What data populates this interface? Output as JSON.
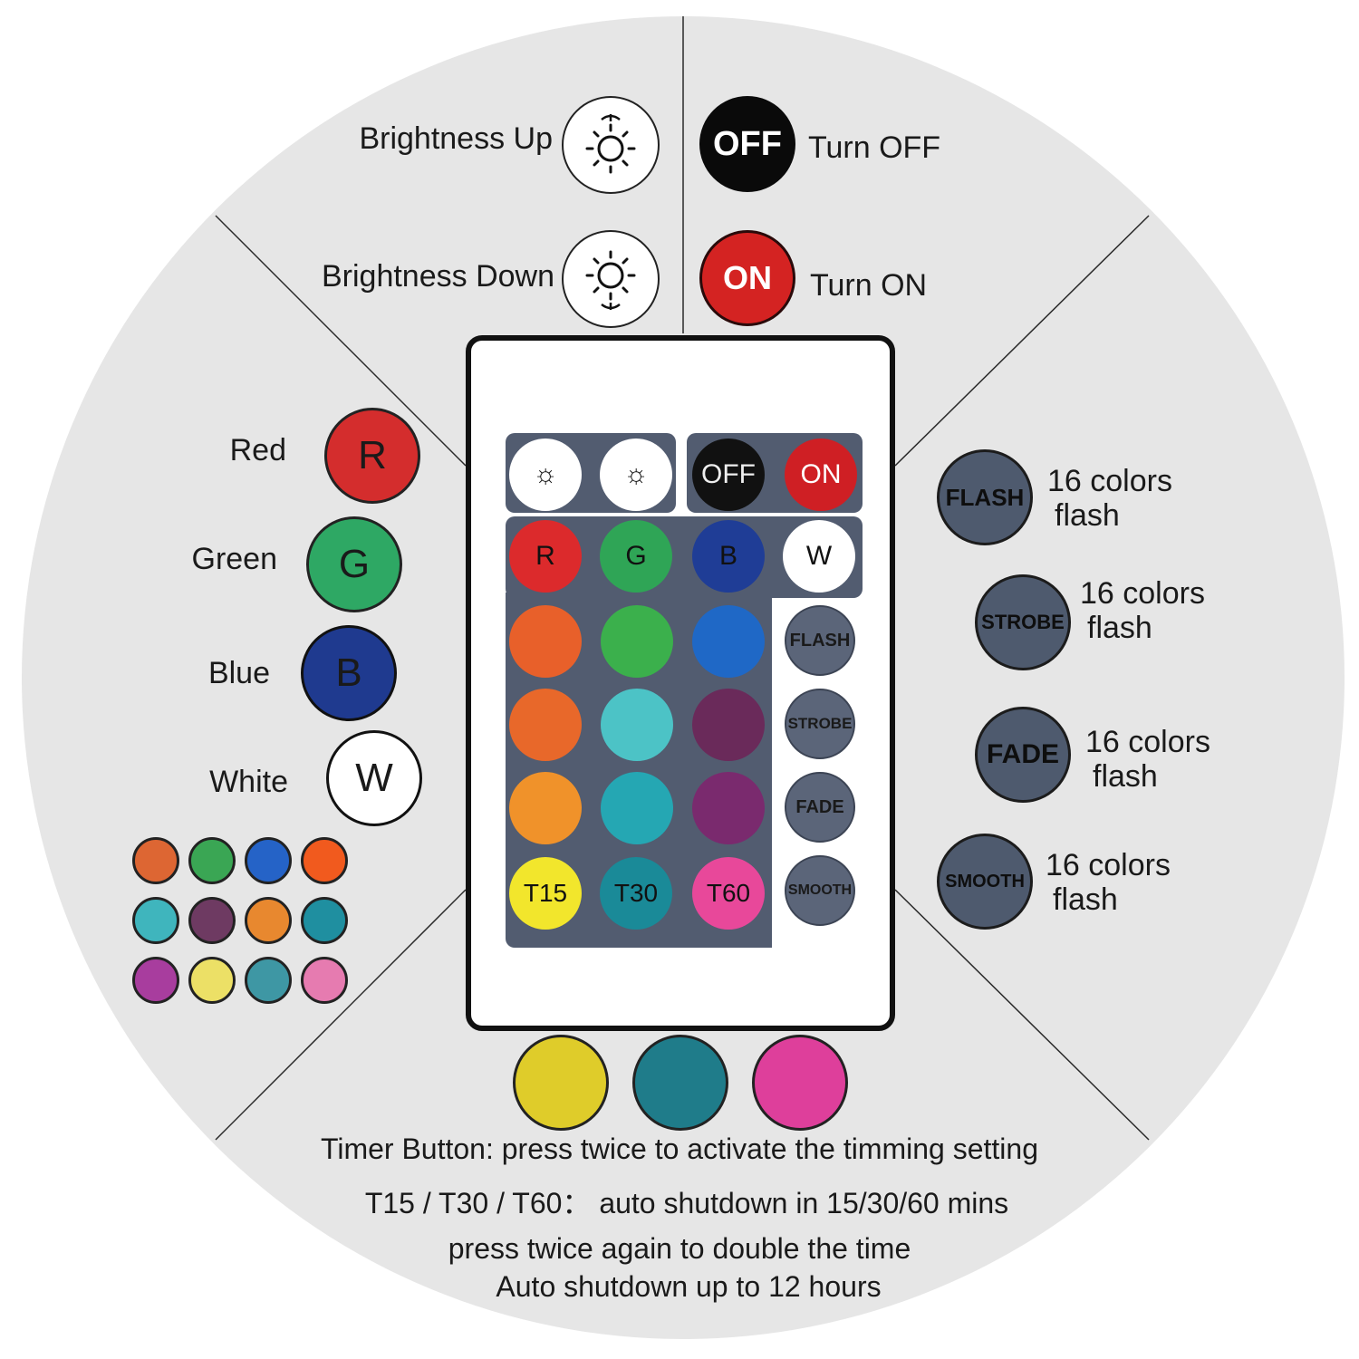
{
  "brightness": {
    "up_label": "Brightness Up",
    "down_label": "Brightness Down",
    "up_icon": "sun-arrow-up-icon",
    "down_icon": "sun-arrow-down-icon"
  },
  "power": {
    "off_button": "OFF",
    "off_label": "Turn OFF",
    "on_button": "ON",
    "on_label": "Turn ON",
    "off_color": "#0a0a0a",
    "on_color": "#d42322"
  },
  "colors": {
    "items": [
      {
        "label": "Red",
        "button": "R",
        "color": "#d42d2d"
      },
      {
        "label": "Green",
        "button": "G",
        "color": "#2ea864"
      },
      {
        "label": "Blue",
        "button": "B",
        "color": "#1f3a8f"
      },
      {
        "label": "White",
        "button": "W",
        "color": "#ffffff"
      }
    ],
    "palette": [
      "#dd6633",
      "#3aa654",
      "#2563c7",
      "#f15a1e",
      "#3fb5bd",
      "#6e3a62",
      "#e8882f",
      "#1f8fa0",
      "#a83d9e",
      "#ece066",
      "#3e97a4",
      "#e67bb0"
    ]
  },
  "modes": {
    "items": [
      {
        "button": "FLASH",
        "line1": "16 colors",
        "line2": "flash"
      },
      {
        "button": "STROBE",
        "line1": "16 colors",
        "line2": "flash"
      },
      {
        "button": "FADE",
        "line1": "16 colors",
        "line2": "flash"
      },
      {
        "button": "SMOOTH",
        "line1": "16 colors",
        "line2": "flash"
      }
    ]
  },
  "remote": {
    "top_row": [
      "",
      "",
      "OFF",
      "ON"
    ],
    "color_row": [
      "R",
      "G",
      "B",
      "W"
    ],
    "grid_colors": [
      "#e8602a",
      "#3bb04c",
      "#1f68c6",
      "#e8682a",
      "#4cc3c6",
      "#6a2a5a",
      "#f0922a",
      "#25a7b3",
      "#7a2a6e"
    ],
    "timers": [
      {
        "label": "T15",
        "color": "#f2e62c"
      },
      {
        "label": "T30",
        "color": "#1a8a98"
      },
      {
        "label": "T60",
        "color": "#e8489a"
      }
    ],
    "mode_buttons": [
      "FLASH",
      "STROBE",
      "FADE",
      "SMOOTH"
    ]
  },
  "timer_swatches": [
    "#dfcc2a",
    "#1f7c8a",
    "#de3f9b"
  ],
  "notes": {
    "line1": "Timer Button: press twice to activate the timming setting",
    "line2": "T15 / T30 / T60： auto shutdown in 15/30/60 mins",
    "line3": "press twice again to double the time",
    "line4": "Auto shutdown up to 12 hours"
  }
}
